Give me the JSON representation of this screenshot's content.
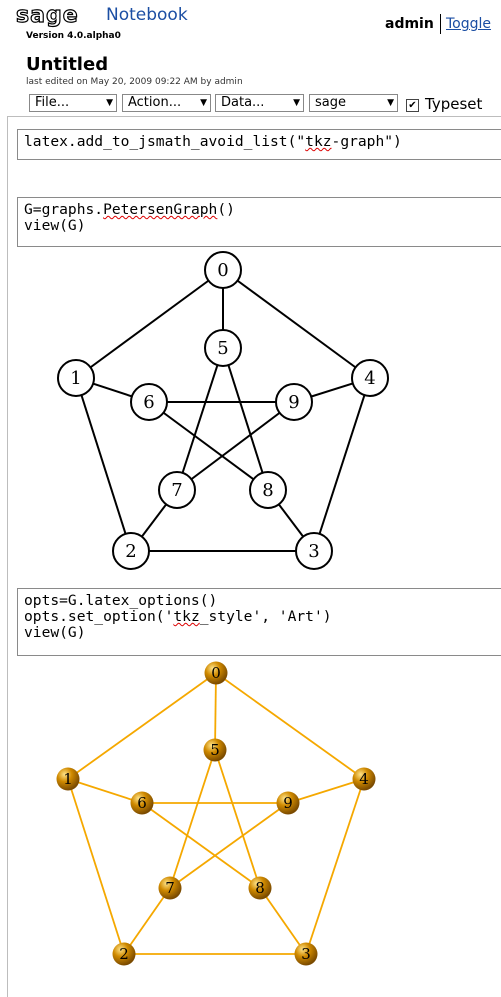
{
  "header": {
    "logo_text": "sage",
    "app_name": "Notebook",
    "version": "Version 4.0.alpha0",
    "username": "admin",
    "toggle_label": "Toggle"
  },
  "worksheet": {
    "title": "Untitled",
    "last_edited": "last edited on May 20, 2009 09:22 AM by admin"
  },
  "toolbar": {
    "file_menu": "File...",
    "action_menu": "Action...",
    "data_menu": "Data...",
    "system_select": "sage",
    "typeset_label": "Typeset",
    "typeset_checked": true
  },
  "cells": [
    {
      "lines": [
        [
          {
            "t": "latex.add_to_jsmath_avoid_list(\""
          },
          {
            "t": "tkz",
            "sq": true
          },
          {
            "t": "-graph\")"
          }
        ]
      ]
    },
    {
      "lines": [
        [
          {
            "t": "G=graphs."
          },
          {
            "t": "PetersenGraph",
            "sq": true
          },
          {
            "t": "()"
          }
        ],
        [
          {
            "t": "view(G)"
          }
        ]
      ]
    },
    {
      "lines": [
        [
          {
            "t": "opts=G.latex_options()"
          }
        ],
        [
          {
            "t": "opts.set_option('"
          },
          {
            "t": "tkz",
            "sq": true
          },
          {
            "t": "_style', 'Art')"
          }
        ],
        [
          {
            "t": "view(G)"
          }
        ]
      ]
    }
  ],
  "graph": {
    "vertex_labels": [
      "0",
      "1",
      "2",
      "3",
      "4",
      "5",
      "6",
      "7",
      "8",
      "9"
    ],
    "edges": [
      [
        0,
        1
      ],
      [
        0,
        4
      ],
      [
        0,
        5
      ],
      [
        1,
        2
      ],
      [
        1,
        6
      ],
      [
        2,
        3
      ],
      [
        2,
        7
      ],
      [
        3,
        4
      ],
      [
        3,
        8
      ],
      [
        4,
        9
      ],
      [
        5,
        7
      ],
      [
        5,
        8
      ],
      [
        6,
        8
      ],
      [
        6,
        9
      ],
      [
        7,
        9
      ]
    ]
  },
  "colors": {
    "link": "#1b4ea3",
    "art_edge": "#f5a800",
    "art_vertex": "#d08a00"
  }
}
